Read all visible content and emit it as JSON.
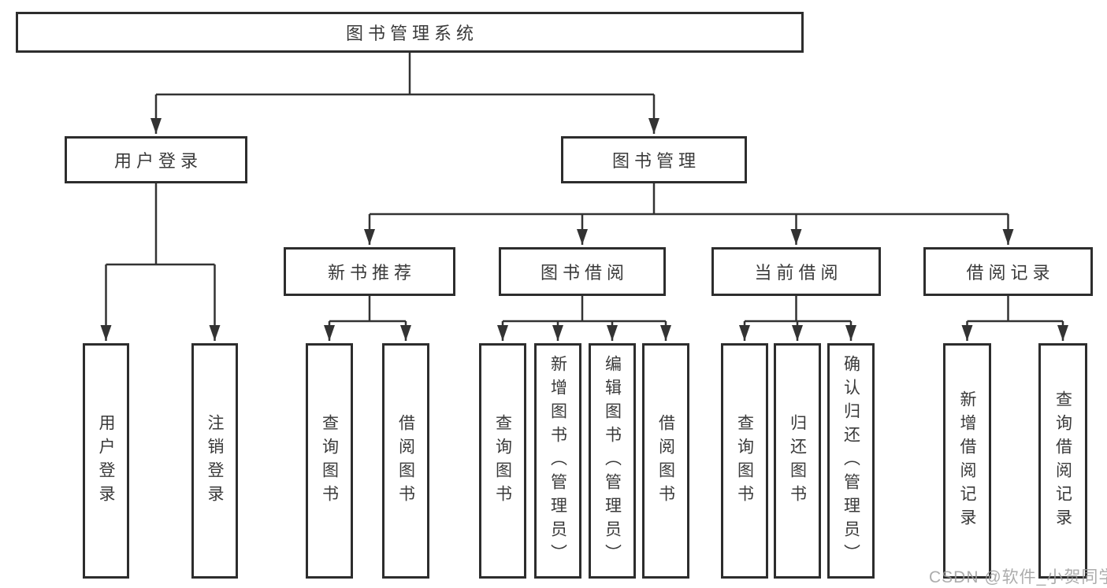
{
  "diagram": {
    "root": {
      "label": "图书管理系统"
    },
    "branches": [
      {
        "label": "用户登录",
        "children": [
          {
            "label": "用户登录"
          },
          {
            "label": "注销登录"
          }
        ]
      },
      {
        "label": "图书管理",
        "children": [
          {
            "label": "新书推荐",
            "children": [
              {
                "label": "查询图书"
              },
              {
                "label": "借阅图书"
              }
            ]
          },
          {
            "label": "图书借阅",
            "children": [
              {
                "label": "查询图书"
              },
              {
                "label": "新增图书（管理员）"
              },
              {
                "label": "编辑图书（管理员）"
              },
              {
                "label": "借阅图书"
              }
            ]
          },
          {
            "label": "当前借阅",
            "children": [
              {
                "label": "查询图书"
              },
              {
                "label": "归还图书"
              },
              {
                "label": "确认归还（管理员）"
              }
            ]
          },
          {
            "label": "借阅记录",
            "children": [
              {
                "label": "新增借阅记录"
              },
              {
                "label": "查询借阅记录"
              }
            ]
          }
        ]
      }
    ]
  },
  "watermark": {
    "text": "CSDN @软件_小贺同学"
  },
  "colors": {
    "line": "#333333",
    "box_border": "#2d2d2d",
    "box_background": "#ffffff",
    "text": "#3a3a3a",
    "watermark_text": "#9e9e9e",
    "page_background": "#ffffff"
  }
}
